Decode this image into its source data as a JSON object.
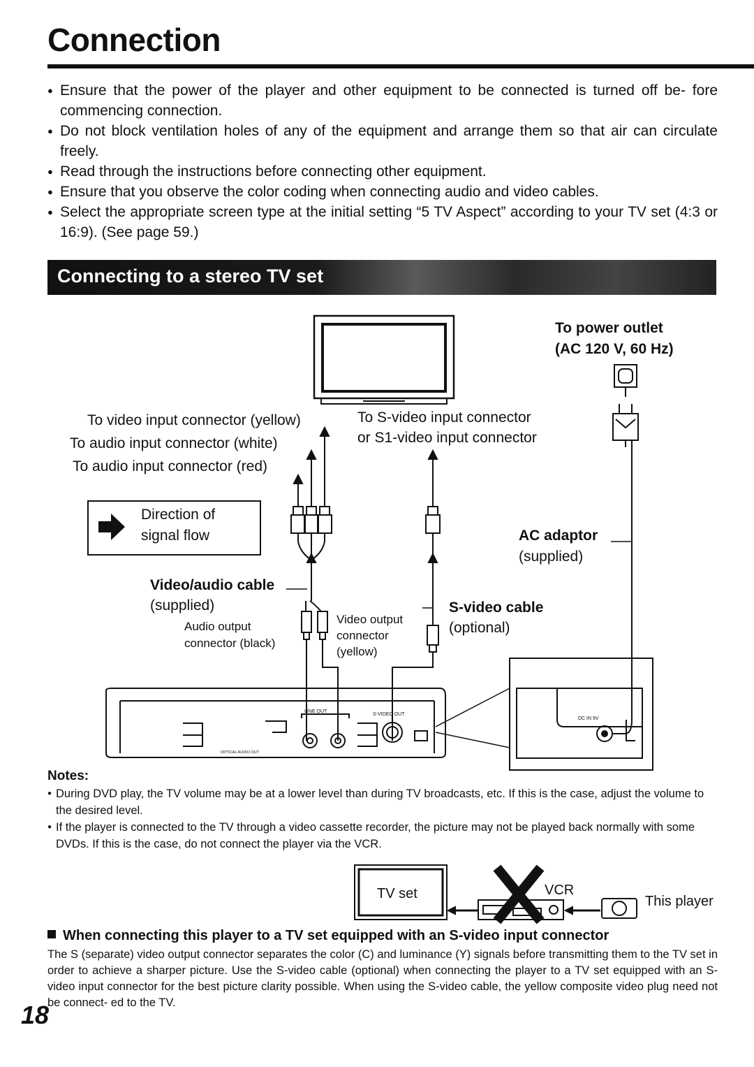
{
  "title": "Connection",
  "bullets": [
    "Ensure that the power of the player and other equipment to be connected is turned off be- fore commencing connection.",
    "Do not block ventilation holes of any of the equipment and arrange them so that air can circulate freely.",
    "Read through the instructions before connecting other equipment.",
    "Ensure that you observe the color coding when connecting audio and video cables.",
    "Select the appropriate screen type at the initial setting “5 TV Aspect” according to your TV set (4:3 or 16:9). (See page 59.)"
  ],
  "section_title": "Connecting to a stereo TV set",
  "diagram": {
    "power_outlet_line1": "To power outlet",
    "power_outlet_line2": "(AC 120 V, 60 Hz)",
    "video_in_yellow": "To video input connector (yellow)",
    "audio_in_white": "To audio input connector (white)",
    "audio_in_red": "To audio input connector (red)",
    "svideo_in_line1": "To S-video input connector",
    "svideo_in_line2": "or S1-video input connector",
    "legend_line1": "Direction of",
    "legend_line2": "signal flow",
    "ac_adaptor": "AC adaptor",
    "ac_adaptor_sub": "(supplied)",
    "va_cable": "Video/audio cable",
    "va_cable_sub": "(supplied)",
    "audio_out_line1": "Audio output",
    "audio_out_line2": "connector (black)",
    "video_out_line1": "Video output",
    "video_out_line2": "connector",
    "video_out_line3": "(yellow)",
    "svideo_cable": "S-video cable",
    "svideo_cable_sub": "(optional)",
    "panel_line_out": "LINE OUT",
    "panel_svideo_out": "S-VIDEO OUT",
    "panel_optical": "OPTICAL AUDIO OUT",
    "panel_dc_in": "DC IN 9V"
  },
  "notes_heading": "Notes:",
  "notes": [
    "During DVD play, the TV volume may be at a lower level than during TV broadcasts, etc. If this is the case, adjust the volume to the desired level.",
    "If the player is connected to the TV through a video cassette recorder, the picture may not be played back normally with some DVDs. If this is the case, do not connect the player via the VCR."
  ],
  "vcr_diagram": {
    "tv_set": "TV set",
    "vcr": "VCR",
    "this_player": "This player"
  },
  "svideo_heading": "When connecting this player to a TV set equipped with an S-video input connector",
  "svideo_paragraph": "The S (separate) video output connector separates the color (C) and luminance (Y) signals before transmitting them to the TV set in order to achieve a sharper picture. Use the S-video cable (optional) when connecting the player to a TV set equipped with an S-video input connector for the best picture clarity possible. When using the S-video cable, the yellow composite video plug need not be connect- ed to the TV.",
  "page_number": "18"
}
